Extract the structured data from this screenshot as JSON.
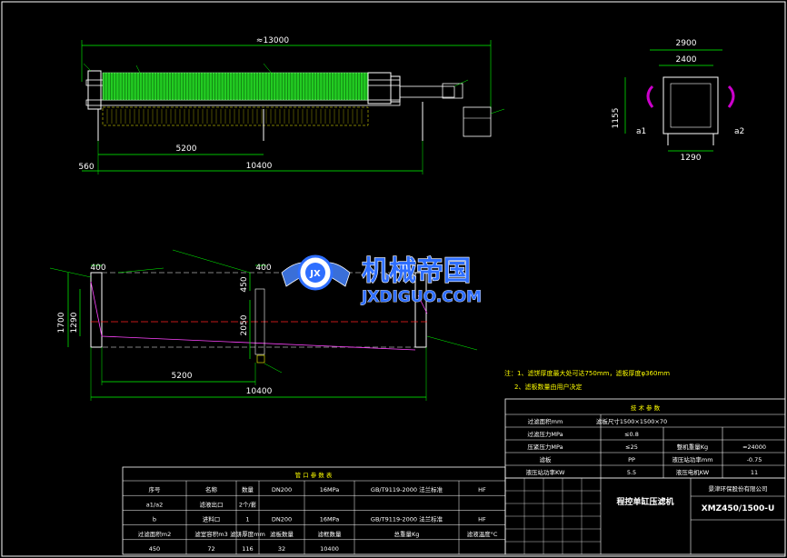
{
  "drawing": {
    "top_dims": {
      "overall_length": "≈13000",
      "d_5200": "5200",
      "d_10400": "10400",
      "d_560": "560",
      "d_2900": "2900",
      "d_2400": "2400",
      "d_1290": "1290",
      "d_1155": "1155",
      "a1": "a1",
      "a2": "a2"
    },
    "plan_dims": {
      "d_400_left": "400",
      "d_400_right": "400",
      "d_1700": "1700",
      "d_1290": "1290",
      "d_450": "450",
      "d_2050": "2050",
      "d_5200": "5200",
      "d_10400": "10400"
    },
    "watermark": {
      "cn": "机械帝国",
      "en": "JXDIGUO.COM",
      "logo_text": "JX"
    },
    "notes": {
      "line1": "注：1、滤饼厚度最大处可达750mm，滤板厚度φ360mm",
      "line2": "2、滤板数量由用户决定"
    }
  },
  "param_table": {
    "title": "技 术 参 数",
    "rows": [
      [
        "过滤面积mm",
        "滤板尺寸1500×1500×70",
        "",
        ""
      ],
      [
        "过滤压力MPa",
        "≤0.8",
        "",
        ""
      ],
      [
        "压紧压力MPa",
        "≤25",
        "整机重量Kg",
        "≈24000"
      ],
      [
        "滤板",
        "PP",
        "液压站功率mm",
        "-0.75"
      ],
      [
        "液压站功率KW",
        "5.5",
        "液压电机KW",
        "11"
      ]
    ],
    "machine_name": "程控单缸压滤机",
    "model": "XMZ450/1500-U",
    "company": "景津环保股份有限公司"
  },
  "nozzle_table": {
    "title": "管 口 参 数 表",
    "headers": [
      "序号",
      "名称",
      "数量",
      "DN200",
      "16MPa",
      "GB/T9119-2000 法兰标准",
      "HF"
    ],
    "rows": [
      [
        "a1/a2",
        "滤液出口",
        "2个/套",
        "",
        "",
        "",
        ""
      ],
      [
        "b",
        "进料口",
        "1",
        "DN200",
        "16MPa",
        "GB/T9119-2000 法兰标准",
        "HF"
      ],
      [
        "过滤面积m2",
        "滤室容积m3",
        "滤饼厚度mm",
        "滤板数量",
        "滤框数量",
        "总重量Kg",
        "滤液温度°C"
      ],
      [
        "450",
        "72",
        "116",
        "32",
        "10400",
        "",
        ""
      ]
    ]
  }
}
